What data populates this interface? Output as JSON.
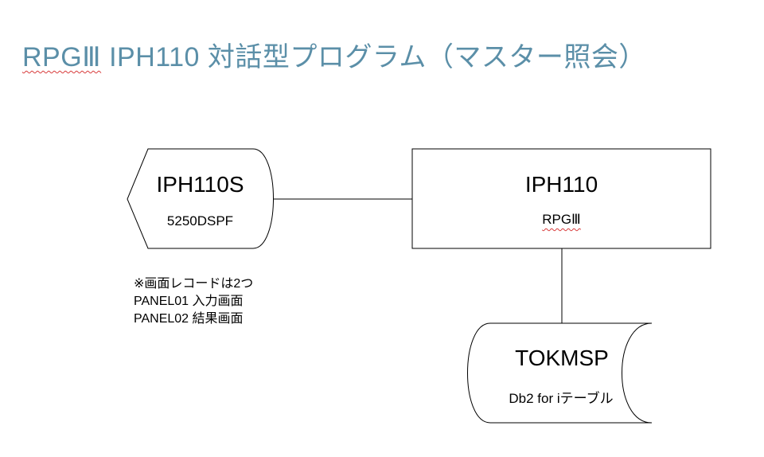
{
  "title": {
    "prefix": "RPGⅢ",
    "rest": " IPH110 対話型プログラム（マスター照会）"
  },
  "nodes": {
    "display_file": {
      "name": "IPH110S",
      "type": "5250DSPF"
    },
    "program": {
      "name": "IPH110",
      "type": "RPGⅢ"
    },
    "table": {
      "name": "TOKMSP",
      "type": "Db2 for iテーブル"
    }
  },
  "note": [
    "※画面レコードは2つ",
    "PANEL01 入力画面",
    "PANEL02 結果画面"
  ],
  "colors": {
    "title": "#5b8fa8",
    "line": "#000000",
    "spellcheck_underline": "#d83b3b"
  }
}
